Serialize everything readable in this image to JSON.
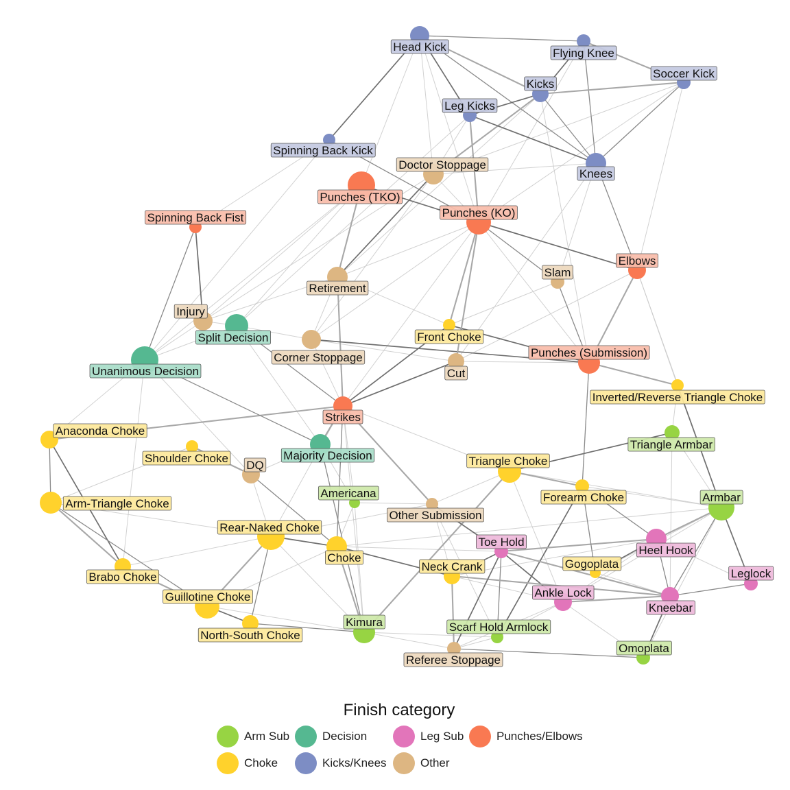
{
  "legend": {
    "title": "Finish category",
    "categories": [
      {
        "key": "arm",
        "label": "Arm Sub",
        "color": "#97D443"
      },
      {
        "key": "dec",
        "label": "Decision",
        "color": "#55B891"
      },
      {
        "key": "leg",
        "label": "Leg Sub",
        "color": "#E275BA"
      },
      {
        "key": "pun",
        "label": "Punches/Elbows",
        "color": "#F97952"
      },
      {
        "key": "cho",
        "label": "Choke",
        "color": "#FFD22C"
      },
      {
        "key": "kic",
        "label": "Kicks/Knees",
        "color": "#7D8DC4"
      },
      {
        "key": "oth",
        "label": "Other",
        "color": "#DDB682"
      }
    ]
  },
  "label_fills": {
    "arm": "#CDE8A8",
    "dec": "#A7DCC8",
    "leg": "#EEB8DA",
    "pun": "#F8BCA9",
    "cho": "#FDE89A",
    "kic": "#C3C9E1",
    "oth": "#EDD8BD"
  },
  "nodes": [
    {
      "id": "headkick",
      "label": "Head Kick",
      "cat": "kic",
      "size": 14
    },
    {
      "id": "flyingknee",
      "label": "Flying Knee",
      "cat": "kic",
      "size": 10
    },
    {
      "id": "soccerkick",
      "label": "Soccer Kick",
      "cat": "kic",
      "size": 10
    },
    {
      "id": "kicks",
      "label": "Kicks",
      "cat": "kic",
      "size": 12
    },
    {
      "id": "legkicks",
      "label": "Leg Kicks",
      "cat": "kic",
      "size": 10
    },
    {
      "id": "spinningbackkick",
      "label": "Spinning Back Kick",
      "cat": "kic",
      "size": 9
    },
    {
      "id": "knees",
      "label": "Knees",
      "cat": "kic",
      "size": 15
    },
    {
      "id": "doctorstoppage",
      "label": "Doctor Stoppage",
      "cat": "oth",
      "size": 15
    },
    {
      "id": "punchestko",
      "label": "Punches (TKO)",
      "cat": "pun",
      "size": 20
    },
    {
      "id": "punchesko",
      "label": "Punches (KO)",
      "cat": "pun",
      "size": 18
    },
    {
      "id": "spinningbackfist",
      "label": "Spinning Back Fist",
      "cat": "pun",
      "size": 9
    },
    {
      "id": "elbows",
      "label": "Elbows",
      "cat": "pun",
      "size": 13
    },
    {
      "id": "slam",
      "label": "Slam",
      "cat": "oth",
      "size": 10
    },
    {
      "id": "retirement",
      "label": "Retirement",
      "cat": "oth",
      "size": 15
    },
    {
      "id": "injury",
      "label": "Injury",
      "cat": "oth",
      "size": 14
    },
    {
      "id": "splitdecision",
      "label": "Split Decision",
      "cat": "dec",
      "size": 17
    },
    {
      "id": "cornerstoppage",
      "label": "Corner Stoppage",
      "cat": "oth",
      "size": 14
    },
    {
      "id": "frontchoke",
      "label": "Front Choke",
      "cat": "cho",
      "size": 9
    },
    {
      "id": "cut",
      "label": "Cut",
      "cat": "oth",
      "size": 12
    },
    {
      "id": "punchessub",
      "label": "Punches (Submission)",
      "cat": "pun",
      "size": 16
    },
    {
      "id": "unanimousdecision",
      "label": "Unanimous Decision",
      "cat": "dec",
      "size": 20
    },
    {
      "id": "strikes",
      "label": "Strikes",
      "cat": "pun",
      "size": 14
    },
    {
      "id": "invtriangle",
      "label": "Inverted/Reverse Triangle Choke",
      "cat": "cho",
      "size": 9
    },
    {
      "id": "anaconda",
      "label": "Anaconda Choke",
      "cat": "cho",
      "size": 13
    },
    {
      "id": "shoulderchoke",
      "label": "Shoulder Choke",
      "cat": "cho",
      "size": 9
    },
    {
      "id": "majoritydecision",
      "label": "Majority Decision",
      "cat": "dec",
      "size": 15
    },
    {
      "id": "trianglearmbar",
      "label": "Triangle Armbar",
      "cat": "arm",
      "size": 11
    },
    {
      "id": "dq",
      "label": "DQ",
      "cat": "oth",
      "size": 13
    },
    {
      "id": "trianglechoke",
      "label": "Triangle Choke",
      "cat": "cho",
      "size": 17
    },
    {
      "id": "armtriangle",
      "label": "Arm-Triangle Choke",
      "cat": "cho",
      "size": 16
    },
    {
      "id": "americana",
      "label": "Americana",
      "cat": "arm",
      "size": 8
    },
    {
      "id": "forearmchoke",
      "label": "Forearm Choke",
      "cat": "cho",
      "size": 10
    },
    {
      "id": "armbar",
      "label": "Armbar",
      "cat": "arm",
      "size": 19
    },
    {
      "id": "othersub",
      "label": "Other Submission",
      "cat": "oth",
      "size": 9
    },
    {
      "id": "rearnaked",
      "label": "Rear-Naked Choke",
      "cat": "cho",
      "size": 20
    },
    {
      "id": "toehold",
      "label": "Toe Hold",
      "cat": "leg",
      "size": 10
    },
    {
      "id": "heelhook",
      "label": "Heel Hook",
      "cat": "leg",
      "size": 15
    },
    {
      "id": "choke",
      "label": "Choke",
      "cat": "cho",
      "size": 15
    },
    {
      "id": "leglock",
      "label": "Leglock",
      "cat": "leg",
      "size": 10
    },
    {
      "id": "gogoplata",
      "label": "Gogoplata",
      "cat": "cho",
      "size": 8
    },
    {
      "id": "neckcrank",
      "label": "Neck Crank",
      "cat": "cho",
      "size": 12
    },
    {
      "id": "brabochoke",
      "label": "Brabo Choke",
      "cat": "cho",
      "size": 12
    },
    {
      "id": "anklelock",
      "label": "Ankle Lock",
      "cat": "leg",
      "size": 13
    },
    {
      "id": "kneebar",
      "label": "Kneebar",
      "cat": "leg",
      "size": 13
    },
    {
      "id": "guillotine",
      "label": "Guillotine Choke",
      "cat": "cho",
      "size": 18
    },
    {
      "id": "kimura",
      "label": "Kimura",
      "cat": "arm",
      "size": 16
    },
    {
      "id": "scarfhold",
      "label": "Scarf Hold Armlock",
      "cat": "arm",
      "size": 9
    },
    {
      "id": "northsouth",
      "label": "North-South Choke",
      "cat": "cho",
      "size": 12
    },
    {
      "id": "omoplata",
      "label": "Omoplata",
      "cat": "arm",
      "size": 10
    },
    {
      "id": "refereestoppage",
      "label": "Referee Stoppage",
      "cat": "oth",
      "size": 10
    }
  ],
  "edges_strong": [
    [
      "headkick",
      "flyingknee"
    ],
    [
      "headkick",
      "spinningbackkick"
    ],
    [
      "headkick",
      "kicks"
    ],
    [
      "headkick",
      "knees"
    ],
    [
      "headkick",
      "legkicks"
    ],
    [
      "flyingknee",
      "soccerkick"
    ],
    [
      "flyingknee",
      "knees"
    ],
    [
      "flyingknee",
      "kicks"
    ],
    [
      "soccerkick",
      "kicks"
    ],
    [
      "soccerkick",
      "knees"
    ],
    [
      "kicks",
      "legkicks"
    ],
    [
      "kicks",
      "doctorstoppage"
    ],
    [
      "kicks",
      "knees"
    ],
    [
      "legkicks",
      "knees"
    ],
    [
      "legkicks",
      "punchesko"
    ],
    [
      "knees",
      "elbows"
    ],
    [
      "punchestko",
      "punchesko"
    ],
    [
      "punchestko",
      "retirement"
    ],
    [
      "punchesko",
      "slam"
    ],
    [
      "punchesko",
      "elbows"
    ],
    [
      "punchesko",
      "frontchoke"
    ],
    [
      "spinningbackfist",
      "unanimousdecision"
    ],
    [
      "spinningbackfist",
      "injury"
    ],
    [
      "elbows",
      "punchessub"
    ],
    [
      "slam",
      "punchessub"
    ],
    [
      "frontchoke",
      "punchessub"
    ],
    [
      "strikes",
      "retirement"
    ],
    [
      "strikes",
      "splitdecision"
    ],
    [
      "strikes",
      "cut"
    ],
    [
      "strikes",
      "anaconda"
    ],
    [
      "strikes",
      "choke"
    ],
    [
      "strikes",
      "frontchoke"
    ],
    [
      "strikes",
      "othersub"
    ],
    [
      "unanimousdecision",
      "majoritydecision"
    ],
    [
      "cornerstoppage",
      "punchessub"
    ],
    [
      "punchessub",
      "invtriangle"
    ],
    [
      "punchessub",
      "forearmchoke"
    ],
    [
      "invtriangle",
      "armbar"
    ],
    [
      "shoulderchoke",
      "dq"
    ],
    [
      "anaconda",
      "armtriangle"
    ],
    [
      "anaconda",
      "brabochoke"
    ],
    [
      "armtriangle",
      "brabochoke"
    ],
    [
      "armtriangle",
      "guillotine"
    ],
    [
      "trianglechoke",
      "trianglearmbar"
    ],
    [
      "trianglechoke",
      "forearmchoke"
    ],
    [
      "forearmchoke",
      "heelhook"
    ],
    [
      "forearmchoke",
      "scarfhold"
    ],
    [
      "armbar",
      "heelhook"
    ],
    [
      "armbar",
      "kneebar"
    ],
    [
      "armbar",
      "leglock"
    ],
    [
      "heelhook",
      "toehold"
    ],
    [
      "heelhook",
      "kneebar"
    ],
    [
      "toehold",
      "anklelock"
    ],
    [
      "toehold",
      "kneebar"
    ],
    [
      "toehold",
      "scarfhold"
    ],
    [
      "toehold",
      "neckcrank"
    ],
    [
      "anklelock",
      "kneebar"
    ],
    [
      "kneebar",
      "leglock"
    ],
    [
      "kneebar",
      "omoplata"
    ],
    [
      "kneebar",
      "neckcrank"
    ],
    [
      "gogoplata",
      "forearmchoke"
    ],
    [
      "gogoplata",
      "heelhook"
    ],
    [
      "neckcrank",
      "refereestoppage"
    ],
    [
      "refereestoppage",
      "omoplata"
    ],
    [
      "refereestoppage",
      "toehold"
    ],
    [
      "kimura",
      "trianglechoke"
    ],
    [
      "kimura",
      "majoritydecision"
    ],
    [
      "rearnaked",
      "choke"
    ],
    [
      "rearnaked",
      "guillotine"
    ],
    [
      "rearnaked",
      "northsouth"
    ],
    [
      "guillotine",
      "northsouth"
    ],
    [
      "brabochoke",
      "guillotine"
    ],
    [
      "dq",
      "choke"
    ],
    [
      "choke",
      "neckcrank"
    ],
    [
      "choke",
      "kimura"
    ],
    [
      "northsouth",
      "kimura"
    ],
    [
      "othersub",
      "toehold"
    ],
    [
      "punchesko",
      "cut"
    ],
    [
      "spinningbackkick",
      "punchesko"
    ],
    [
      "doctorstoppage",
      "retirement"
    ],
    [
      "majoritydecision",
      "strikes"
    ]
  ],
  "edges_weak": [
    [
      "headkick",
      "doctorstoppage"
    ],
    [
      "headkick",
      "punchestko"
    ],
    [
      "headkick",
      "punchesko"
    ],
    [
      "flyingknee",
      "punchesko"
    ],
    [
      "soccerkick",
      "punchesko"
    ],
    [
      "soccerkick",
      "elbows"
    ],
    [
      "soccerkick",
      "doctorstoppage"
    ],
    [
      "kicks",
      "punchessub"
    ],
    [
      "kicks",
      "retirement"
    ],
    [
      "legkicks",
      "doctorstoppage"
    ],
    [
      "legkicks",
      "splitdecision"
    ],
    [
      "knees",
      "doctorstoppage"
    ],
    [
      "knees",
      "slam"
    ],
    [
      "knees",
      "cut"
    ],
    [
      "spinningbackkick",
      "spinningbackfist"
    ],
    [
      "spinningbackkick",
      "unanimousdecision"
    ],
    [
      "doctorstoppage",
      "punchesko"
    ],
    [
      "doctorstoppage",
      "injury"
    ],
    [
      "doctorstoppage",
      "cornerstoppage"
    ],
    [
      "punchestko",
      "splitdecision"
    ],
    [
      "punchestko",
      "injury"
    ],
    [
      "punchestko",
      "unanimousdecision"
    ],
    [
      "punchesko",
      "retirement"
    ],
    [
      "punchesko",
      "cornerstoppage"
    ],
    [
      "punchesko",
      "strikes"
    ],
    [
      "punchesko",
      "punchessub"
    ],
    [
      "elbows",
      "invtriangle"
    ],
    [
      "elbows",
      "cut"
    ],
    [
      "retirement",
      "cornerstoppage"
    ],
    [
      "retirement",
      "injury"
    ],
    [
      "injury",
      "splitdecision"
    ],
    [
      "injury",
      "unanimousdecision"
    ],
    [
      "splitdecision",
      "unanimousdecision"
    ],
    [
      "splitdecision",
      "majoritydecision"
    ],
    [
      "splitdecision",
      "cornerstoppage"
    ],
    [
      "cornerstoppage",
      "cut"
    ],
    [
      "cornerstoppage",
      "strikes"
    ],
    [
      "cut",
      "punchessub"
    ],
    [
      "cut",
      "strikes"
    ],
    [
      "unanimousdecision",
      "dq"
    ],
    [
      "unanimousdecision",
      "anaconda"
    ],
    [
      "unanimousdecision",
      "brabochoke"
    ],
    [
      "majoritydecision",
      "dq"
    ],
    [
      "majoritydecision",
      "americana"
    ],
    [
      "strikes",
      "americana"
    ],
    [
      "strikes",
      "rearnaked"
    ],
    [
      "strikes",
      "kimura"
    ],
    [
      "strikes",
      "trianglechoke"
    ],
    [
      "trianglechoke",
      "armbar"
    ],
    [
      "trianglechoke",
      "othersub"
    ],
    [
      "americana",
      "othersub"
    ],
    [
      "americana",
      "choke"
    ],
    [
      "americana",
      "kimura"
    ],
    [
      "othersub",
      "neckcrank"
    ],
    [
      "othersub",
      "scarfhold"
    ],
    [
      "rearnaked",
      "othersub"
    ],
    [
      "rearnaked",
      "kimura"
    ],
    [
      "rearnaked",
      "armtriangle"
    ],
    [
      "rearnaked",
      "brabochoke"
    ],
    [
      "armbar",
      "trianglearmbar"
    ],
    [
      "armbar",
      "omoplata"
    ],
    [
      "armbar",
      "gogoplata"
    ],
    [
      "armbar",
      "anklelock"
    ],
    [
      "heelhook",
      "anklelock"
    ],
    [
      "heelhook",
      "leglock"
    ],
    [
      "anklelock",
      "scarfhold"
    ],
    [
      "anklelock",
      "neckcrank"
    ],
    [
      "anklelock",
      "refereestoppage"
    ],
    [
      "scarfhold",
      "refereestoppage"
    ],
    [
      "scarfhold",
      "kimura"
    ],
    [
      "kimura",
      "refereestoppage"
    ],
    [
      "omoplata",
      "anklelock"
    ],
    [
      "gogoplata",
      "kneebar"
    ],
    [
      "trianglearmbar",
      "kneebar"
    ],
    [
      "invtriangle",
      "trianglearmbar"
    ],
    [
      "shoulderchoke",
      "armtriangle"
    ],
    [
      "guillotine",
      "kimura"
    ],
    [
      "guillotine",
      "choke"
    ],
    [
      "dq",
      "rearnaked"
    ],
    [
      "choke",
      "armbar"
    ],
    [
      "choke",
      "toehold"
    ],
    [
      "neckcrank",
      "heelhook"
    ],
    [
      "forearmchoke",
      "armbar"
    ],
    [
      "trianglechoke",
      "anklelock"
    ],
    [
      "retirement",
      "frontchoke"
    ],
    [
      "slam",
      "frontchoke"
    ],
    [
      "elbows",
      "armbar"
    ]
  ]
}
